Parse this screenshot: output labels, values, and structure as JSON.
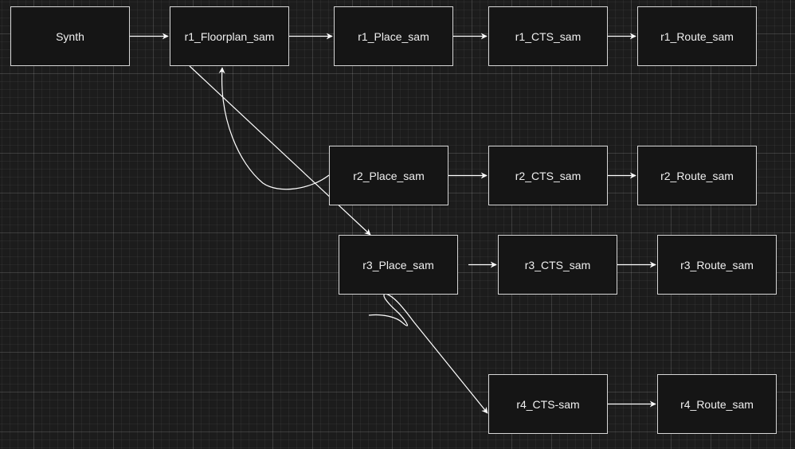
{
  "diagram": {
    "nodes": [
      {
        "id": "synth",
        "label": "Synth"
      },
      {
        "id": "r1_floorplan",
        "label": "r1_Floorplan_sam"
      },
      {
        "id": "r1_place",
        "label": "r1_Place_sam"
      },
      {
        "id": "r1_cts",
        "label": "r1_CTS_sam"
      },
      {
        "id": "r1_route",
        "label": "r1_Route_sam"
      },
      {
        "id": "r2_place",
        "label": "r2_Place_sam"
      },
      {
        "id": "r2_cts",
        "label": "r2_CTS_sam"
      },
      {
        "id": "r2_route",
        "label": "r2_Route_sam"
      },
      {
        "id": "r3_place",
        "label": "r3_Place_sam"
      },
      {
        "id": "r3_cts",
        "label": "r3_CTS_sam"
      },
      {
        "id": "r3_route",
        "label": "r3_Route_sam"
      },
      {
        "id": "r4_cts",
        "label": "r4_CTS-sam"
      },
      {
        "id": "r4_route",
        "label": "r4_Route_sam"
      }
    ],
    "edges": [
      {
        "from": "synth",
        "to": "r1_floorplan"
      },
      {
        "from": "r1_floorplan",
        "to": "r1_place"
      },
      {
        "from": "r1_place",
        "to": "r1_cts"
      },
      {
        "from": "r1_cts",
        "to": "r1_route"
      },
      {
        "from": "r2_place",
        "to": "r1_floorplan"
      },
      {
        "from": "r1_floorplan",
        "to": "r3_place"
      },
      {
        "from": "r2_place",
        "to": "r2_cts"
      },
      {
        "from": "r2_cts",
        "to": "r2_route"
      },
      {
        "from": "r3_place",
        "to": "r3_cts"
      },
      {
        "from": "r3_cts",
        "to": "r3_route"
      },
      {
        "from": "r3_place",
        "to": "r4_cts"
      },
      {
        "from": "r4_cts",
        "to": "r4_route"
      }
    ],
    "colors": {
      "background": "#1c1c1c",
      "node_fill": "#151515",
      "node_border": "#d6d6d6",
      "text": "#f0f0f0",
      "edge": "#ffffff"
    }
  }
}
